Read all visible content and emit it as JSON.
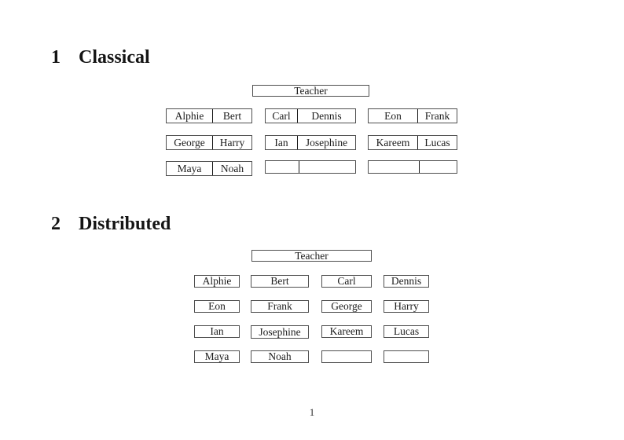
{
  "headings": {
    "s1": {
      "number": "1",
      "title": "Classical"
    },
    "s2": {
      "number": "2",
      "title": "Distributed"
    }
  },
  "classical": {
    "teacher": "Teacher",
    "seats": [
      [
        [
          "Alphie",
          "Bert"
        ],
        [
          "Carl",
          "Dennis"
        ],
        [
          "Eon",
          "Frank"
        ]
      ],
      [
        [
          "George",
          "Harry"
        ],
        [
          "Ian",
          "Josephine"
        ],
        [
          "Kareem",
          "Lucas"
        ]
      ],
      [
        [
          "Maya",
          "Noah"
        ],
        [
          "",
          ""
        ],
        [
          "",
          ""
        ]
      ]
    ]
  },
  "distributed": {
    "teacher": "Teacher",
    "seats": [
      [
        "Alphie",
        "Bert",
        "Carl",
        "Dennis"
      ],
      [
        "Eon",
        "Frank",
        "George",
        "Harry"
      ],
      [
        "Ian",
        "Josephine",
        "Kareem",
        "Lucas"
      ],
      [
        "Maya",
        "Noah",
        "",
        ""
      ]
    ]
  },
  "page_number": "1",
  "colors": {
    "background": "#ffffff",
    "box_border": "#4f4f4f",
    "cell_divider": "#151515",
    "text": "#1b1b1b"
  }
}
